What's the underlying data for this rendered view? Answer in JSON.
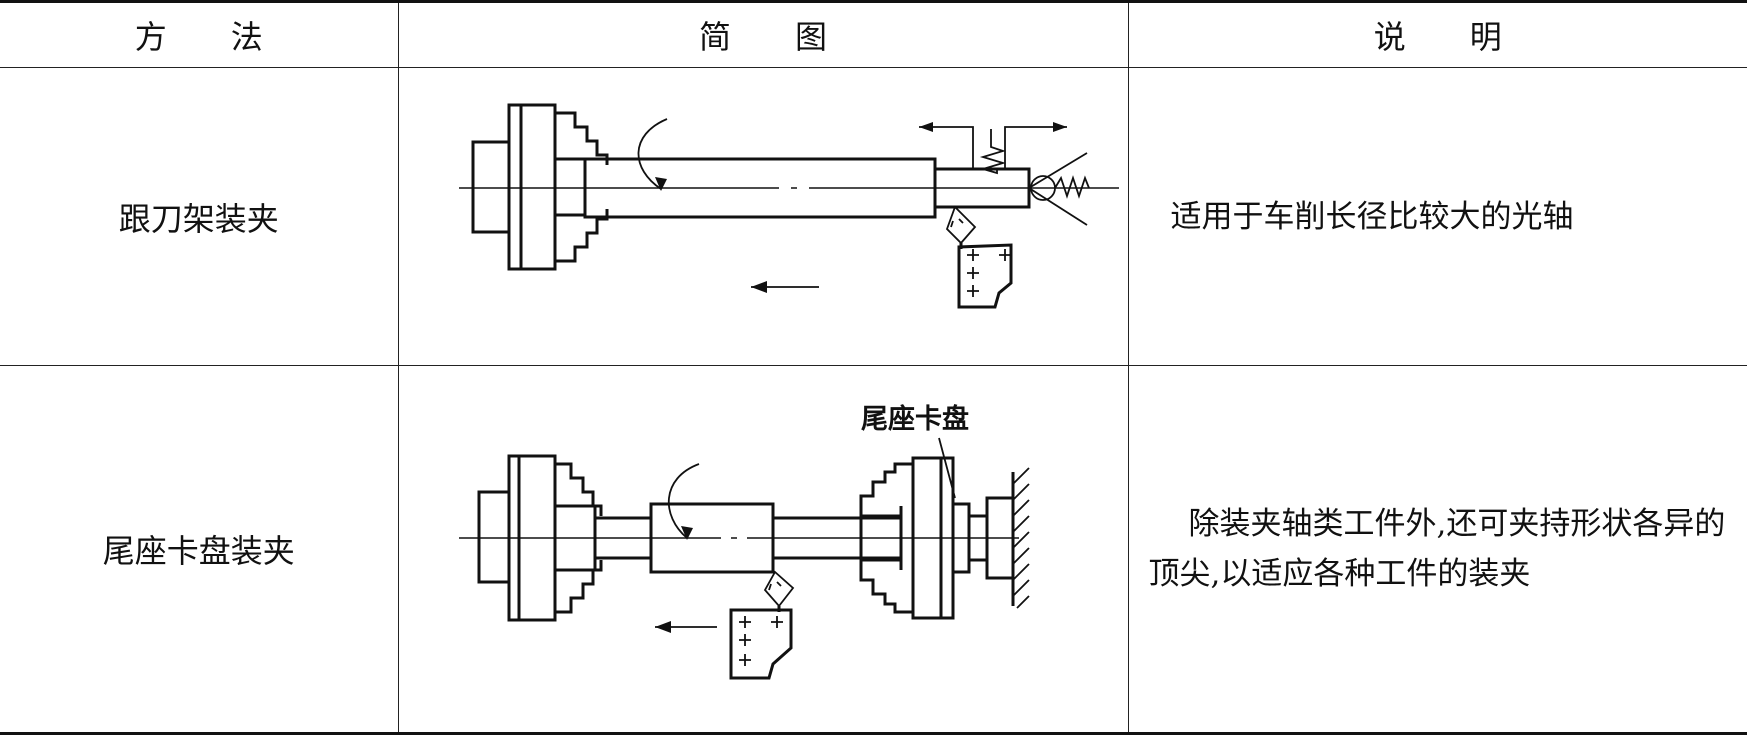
{
  "header": {
    "col_method": "方　　法",
    "col_diagram": "简　　图",
    "col_description": "说　　明"
  },
  "rows": [
    {
      "method": "跟刀架装夹",
      "description": "适用于车削长径比较大的光轴"
    },
    {
      "method": "尾座卡盘装夹",
      "diagram_label": "尾座卡盘",
      "description": "除装夹轴类工件外,还可夹持形状各异的顶尖,以适应各种工件的装夹"
    }
  ]
}
